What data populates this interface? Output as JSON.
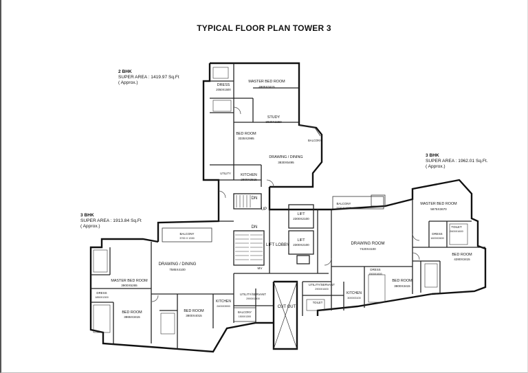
{
  "title": "TYPICAL FLOOR PLAN TOWER 3",
  "units": [
    {
      "type": "2 BHK",
      "area": "SUPER AREA : 1419.97 Sq.Ft",
      "note": "( Approx.)"
    },
    {
      "type": "3 BHK",
      "area": "SUPER AREA : 1962.01 Sq.Ft.",
      "note": "( Approx.)"
    },
    {
      "type": "3 BHK",
      "area": "SUPER AREA : 1913.84 Sq.Ft",
      "note": "( Approx.)"
    }
  ],
  "rooms": {
    "dress_2bhk": "DRESS",
    "dress_2bhk_dim": "2050X1500",
    "master_2bhk": "MASTER BED ROOM",
    "master_2bhk_dim": "4905X3415",
    "study": "STUDY",
    "study_dim": "3830X2250",
    "bed_2bhk": "BED ROOM",
    "bed_2bhk_dim": "3335X2985",
    "balcony_n": "BALCONY",
    "drawing_2bhk": "DRAWING / DINING",
    "drawing_2bhk_dim": "3830X5495",
    "kitchen_2bhk": "KITCHEN",
    "kitchen_2bhk_dim": "2800X2515",
    "utility_2bhk": "UTILITY",
    "up": "UP",
    "dn": "DN",
    "lift1": "LIFT",
    "lift1_dim": "2300X2100",
    "lift2": "LIFT",
    "lift2_dim": "2300X2100",
    "lift_lobby": "LIFT LOBBY",
    "mv": "MV",
    "cutout": "CUT OUT",
    "balcony_mid": "BALCONY",
    "balcony_mid_dim": "3700 X 1330",
    "balcony_left": "BALCONY",
    "balcony_left_dim": "3700 X 1330",
    "drawing_right": "DRAWING ROOM",
    "drawing_right_dim": "7420X4100",
    "master_right": "MASTER BED ROOM",
    "master_right_dim": "5875X3670",
    "dress_right": "DRESS",
    "dress_right_dim": "1600X2600",
    "toilet_right": "TOILET",
    "toilet_right_dim": "2600X1600",
    "bed_right_a": "BED ROOM",
    "bed_right_a_dim": "4280X3415",
    "bed_right_b": "BED ROOM",
    "bed_right_b_dim": "3800X3415",
    "dress_right_b": "DRESS",
    "dress_right_b_dim": "1500X1600",
    "utility_right": "UTILITY/SERVANT",
    "utility_right_dim": "2900X1600",
    "kitchen_right": "KITCHEN",
    "kitchen_right_dim": "3000X3100",
    "toilet_right_b": "TOILET",
    "drawing_left": "DRAWING / DINING",
    "drawing_left_dim": "7585X4100",
    "master_left": "MASTER BED ROOM",
    "master_left_dim": "3900X5265",
    "dress_left": "DRESS",
    "dress_left_dim": "1850X1300",
    "bed_left_a": "BED ROOM",
    "bed_left_a_dim": "3865X3415",
    "bed_left_b": "BED ROOM",
    "bed_left_b_dim": "3800X4015",
    "kitchen_left": "KITCHEN",
    "kitchen_left_dim": "2400X3900",
    "utility_left": "UTILITY/SERVANT",
    "utility_left_dim": "2900X1600",
    "balcony_s": "BALCONY",
    "balcony_s_dim": "1500X1300"
  }
}
